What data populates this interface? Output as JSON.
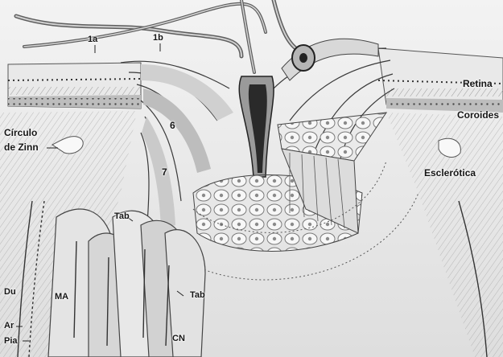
{
  "labels": {
    "la": "1a",
    "lb": "1b",
    "retina": "Retina",
    "coroides": "Coroides",
    "circulo_line1": "Círculo",
    "circulo_line2": "de Zinn",
    "esclerotica": "Esclerótica",
    "num6": "6",
    "num7": "7",
    "tab_upper": "Tab",
    "tab_lower": "Tab",
    "du": "Du",
    "ma": "MA",
    "ar": "Ar",
    "pia": "Pia",
    "cn": "CN"
  },
  "colors": {
    "background": "#f3f3f3",
    "tissue_light": "#e2e2e2",
    "tissue_mid": "#c8c8c8",
    "tissue_dark": "#6a6a6a",
    "ink": "#151515"
  }
}
